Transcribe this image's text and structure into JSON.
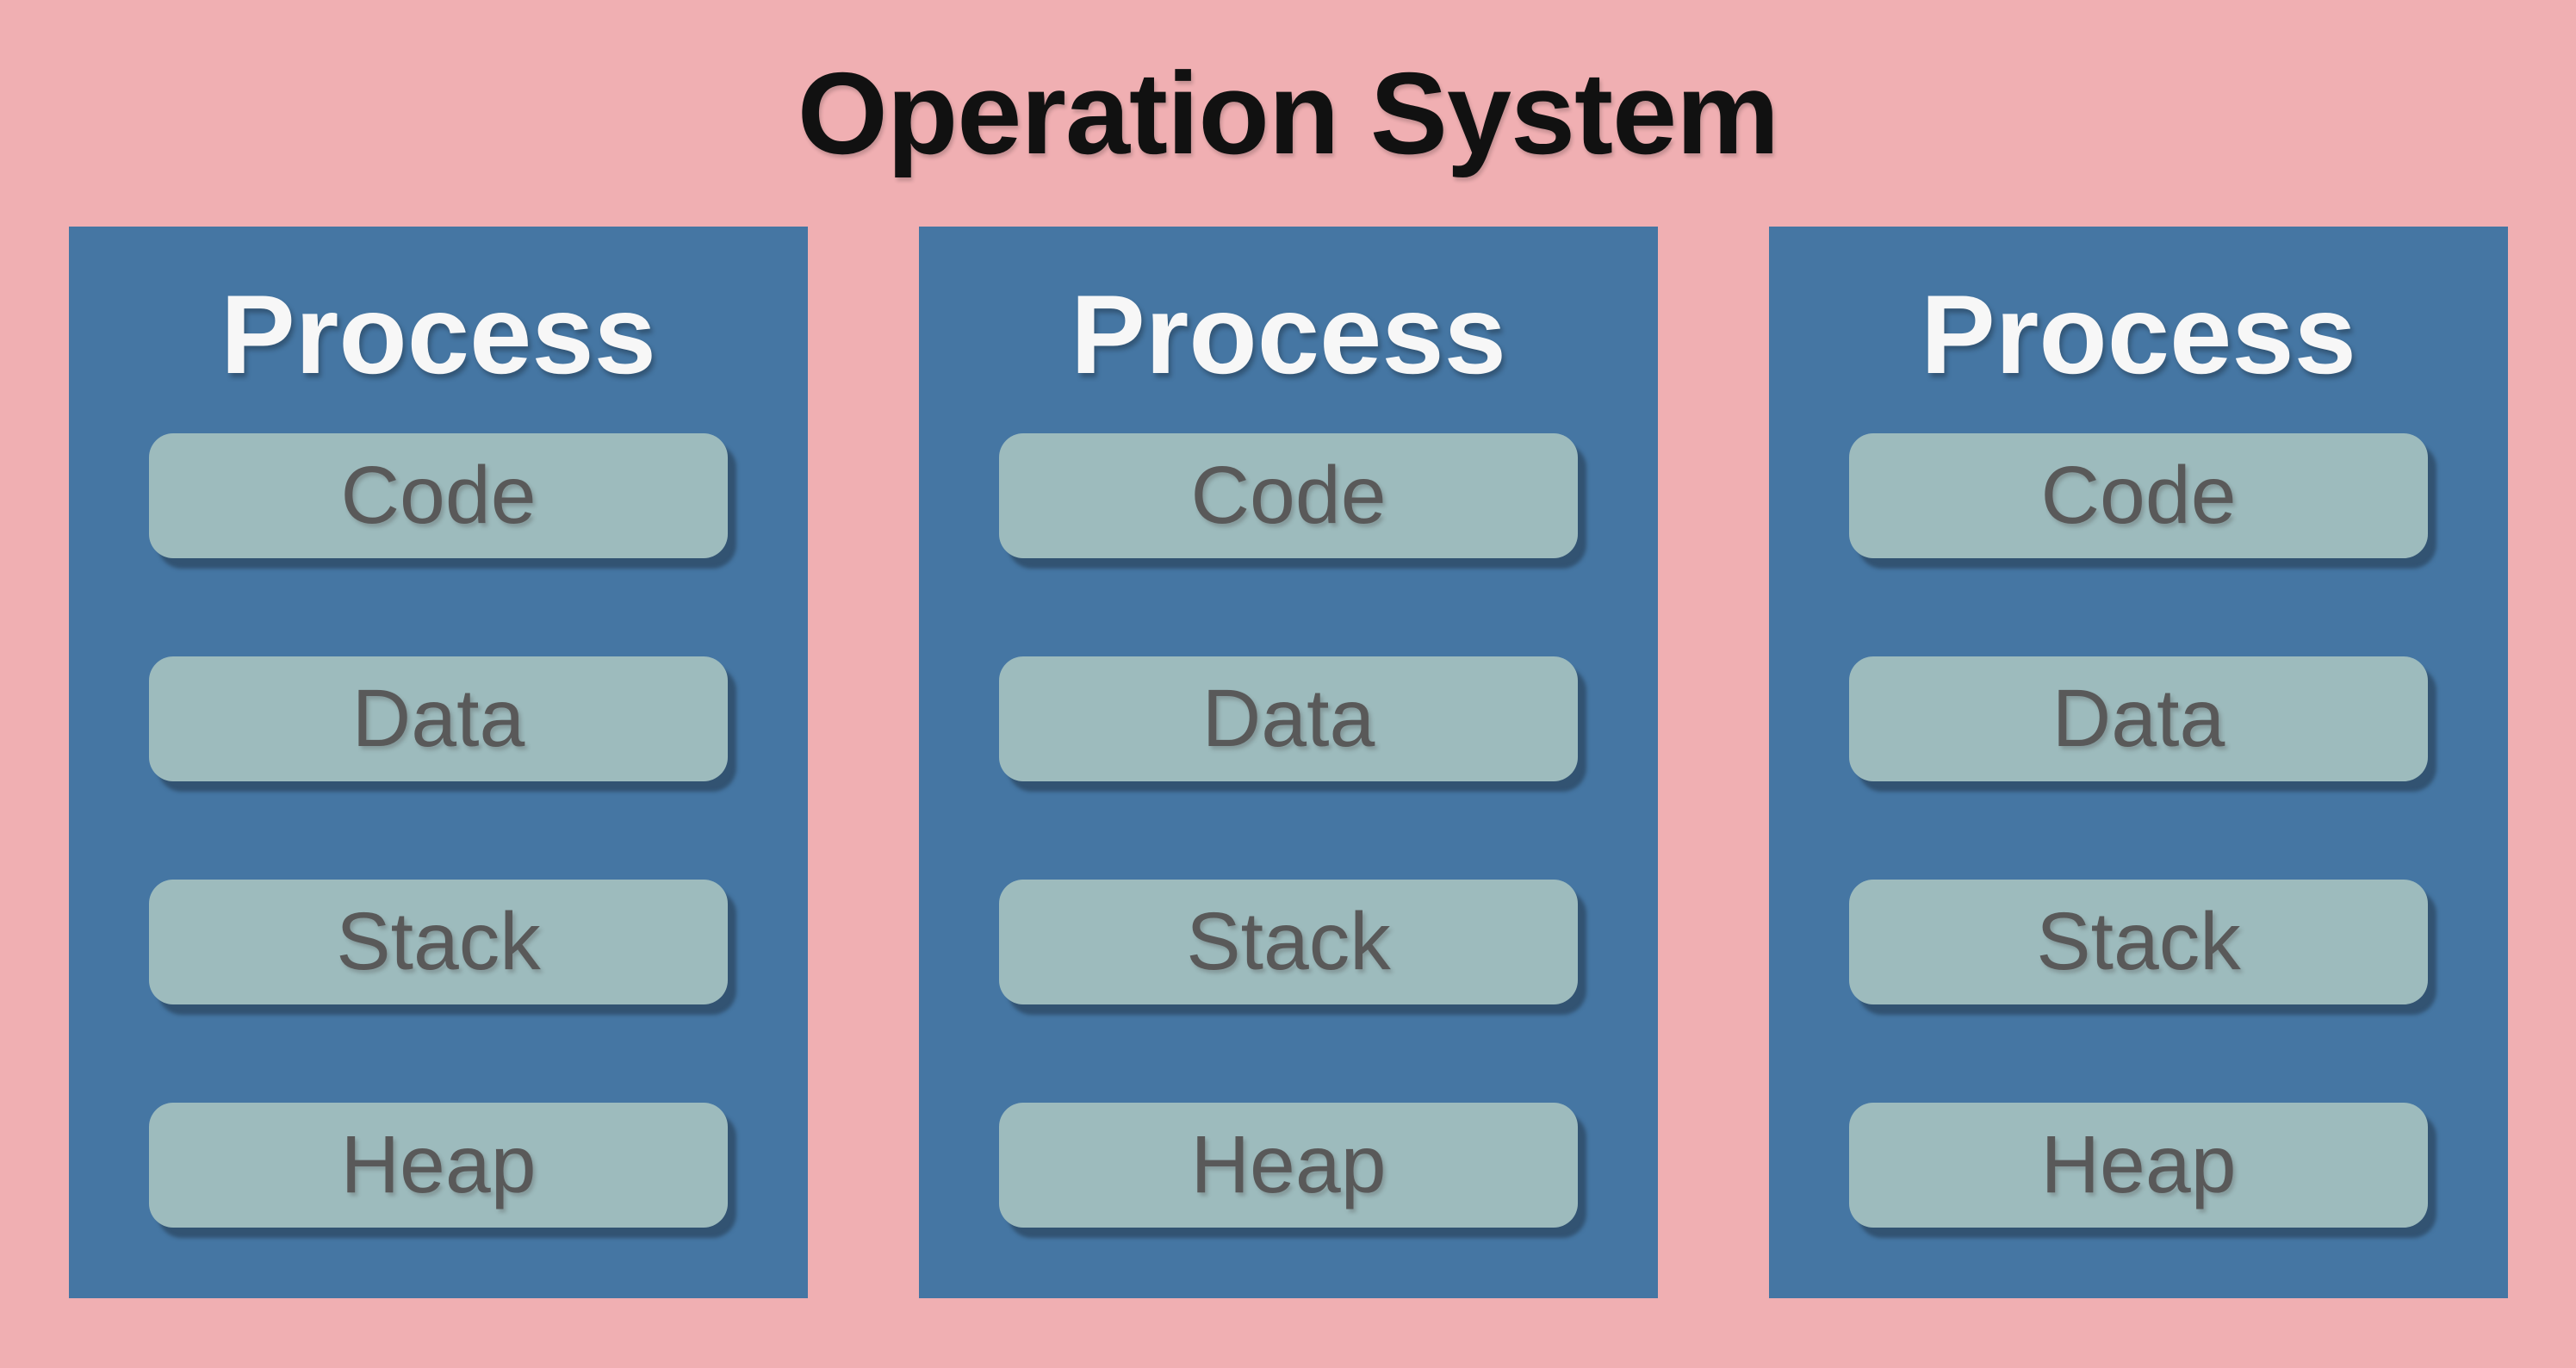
{
  "title": "Operation System",
  "processes": [
    {
      "label": "Process",
      "cells": [
        "Code",
        "Data",
        "Stack",
        "Heap"
      ]
    },
    {
      "label": "Process",
      "cells": [
        "Code",
        "Data",
        "Stack",
        "Heap"
      ]
    },
    {
      "label": "Process",
      "cells": [
        "Code",
        "Data",
        "Stack",
        "Heap"
      ]
    }
  ],
  "colors": {
    "background": "#F0AFB2",
    "panel": "#4576A3",
    "cell": "#9DBBBD",
    "cell_text": "#595959",
    "panel_title_text": "#F7F7F7",
    "title_text": "#111111"
  }
}
